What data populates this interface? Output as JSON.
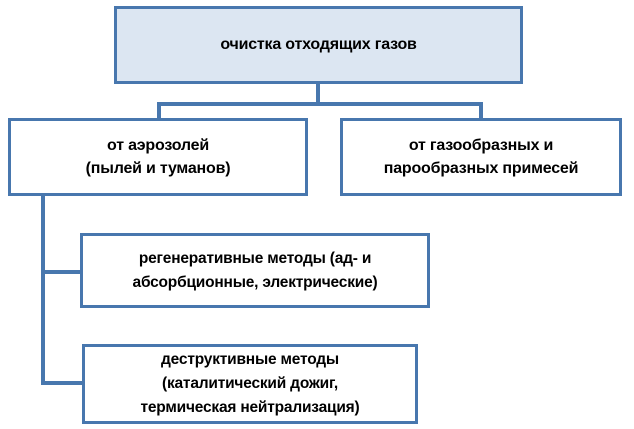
{
  "diagram": {
    "title": "очистка отходящих газов",
    "colors": {
      "border": "#4877AE",
      "root_fill": "#DCE6F2",
      "node_fill": "#FFFFFF",
      "text": "#000000",
      "connector": "#4877AE",
      "background": "#FFFFFF"
    },
    "nodes": [
      {
        "id": "root",
        "level": 1,
        "lines": [
          "очистка отходящих газов"
        ]
      },
      {
        "id": "aerosols",
        "level": 2,
        "lines": [
          "от аэрозолей",
          "(пылей и туманов)"
        ]
      },
      {
        "id": "gaseous",
        "level": 2,
        "lines": [
          "от газообразных и",
          "парообразных примесей"
        ]
      },
      {
        "id": "regenerative",
        "level": 3,
        "lines": [
          "регенеративные методы (ад- и",
          "абсорбционные, электрические)"
        ]
      },
      {
        "id": "destructive",
        "level": 3,
        "lines": [
          "деструктивные методы",
          "(каталитический дожиг,",
          "термическая нейтрализация)"
        ]
      }
    ],
    "connectors": [
      {
        "id": "root-down",
        "from": "root",
        "to": "split-bar"
      },
      {
        "id": "split-bar",
        "from": "root",
        "to": "level-2"
      },
      {
        "id": "to-aerosols",
        "from": "root",
        "to": "aerosols"
      },
      {
        "id": "to-gaseous",
        "from": "root",
        "to": "gaseous"
      },
      {
        "id": "spine-down",
        "from": "aerosols",
        "to": "level-3"
      },
      {
        "id": "to-regen",
        "from": "aerosols",
        "to": "regenerative"
      },
      {
        "id": "to-destr",
        "from": "aerosols",
        "to": "destructive"
      }
    ]
  }
}
